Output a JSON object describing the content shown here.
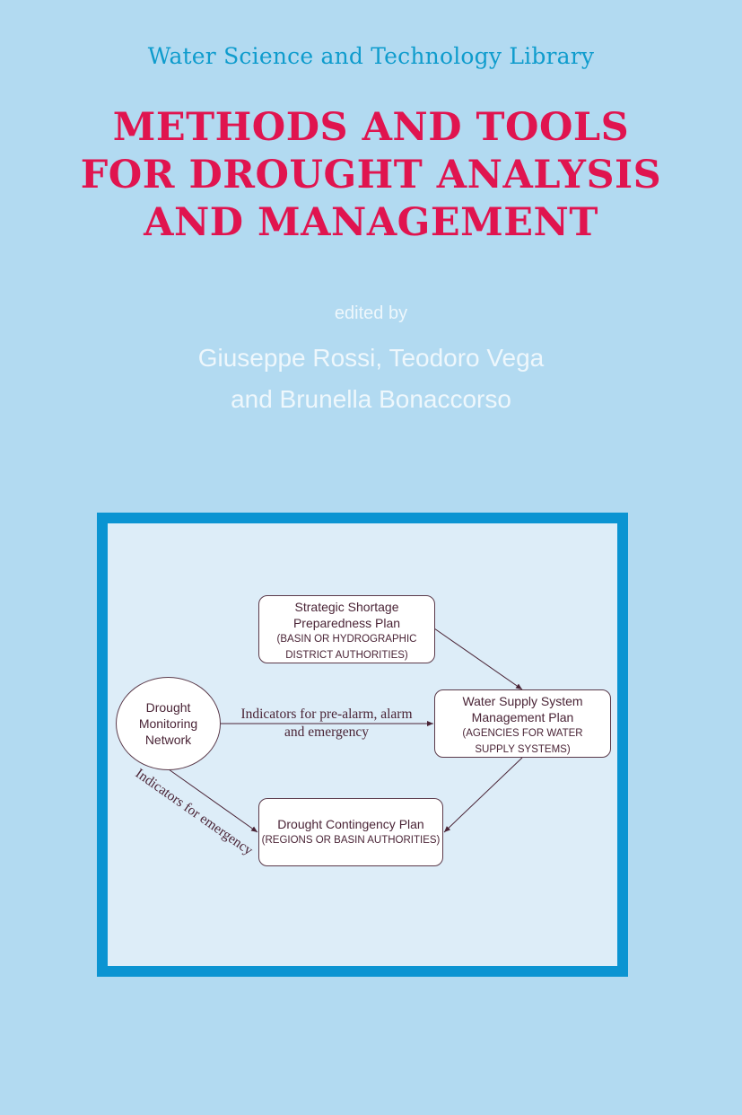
{
  "cover": {
    "series": "Water Science and Technology Library",
    "title_lines": [
      "METHODS AND TOOLS",
      "FOR DROUGHT ANALYSIS",
      "AND MANAGEMENT"
    ],
    "edited_by": "edited by",
    "editors_line1": "Giuseppe Rossi, Teodoro Vega",
    "editors_line2": "and Brunella Bonaccorso"
  },
  "colors": {
    "background": "#b2daf1",
    "series_text": "#0f9ccd",
    "title_text": "#e0144f",
    "editor_text": "#eef7fc",
    "frame_border": "#0b94d2",
    "frame_fill": "#ddedf8",
    "diagram_ink": "#4a2436"
  },
  "diagram": {
    "monitoring": {
      "lines": [
        "Drought",
        "Monitoring",
        "Network"
      ]
    },
    "strategic": {
      "lines": [
        "Strategic Shortage",
        "Preparedness Plan"
      ],
      "sub": [
        "(BASIN OR HYDROGRAPHIC",
        "DISTRICT AUTHORITIES)"
      ]
    },
    "supply": {
      "lines": [
        "Water Supply System",
        "Management Plan"
      ],
      "sub": [
        "(AGENCIES FOR WATER",
        "SUPPLY SYSTEMS)"
      ]
    },
    "contingency": {
      "lines": [
        "Drought Contingency Plan"
      ],
      "sub": [
        "(REGIONS OR BASIN AUTHORITIES)"
      ]
    },
    "arrow_labels": {
      "pre_alarm_1": "Indicators for pre-alarm, alarm",
      "pre_alarm_2": "and emergency",
      "emergency": "Indicators for emergency"
    }
  }
}
